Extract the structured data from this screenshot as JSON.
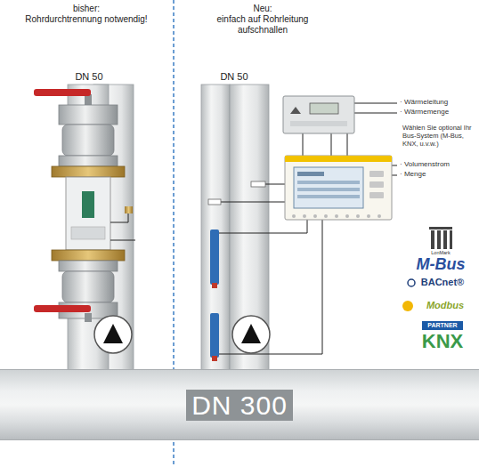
{
  "diagram": {
    "nodes": [
      {
        "text": [
          "DN 300"
        ]
      }
    ],
    "labels": [
      "bisher:",
      "Rohrdurchtrennung notwendig!",
      "Neu:",
      "einfach auf Rohrleitung aufschnallen",
      "DN 50",
      "DN 50",
      "· Wärmeleitung",
      "· Wärmemenge",
      "Wählen Sie optional Ihr Bus-System (M-Bus, KNX, u.v.w.)",
      "· Volumenstrom",
      "· Menge",
      "LonMark",
      "M-Bus",
      "BACnet®",
      "Modbus",
      "PARTNER",
      "KNX"
    ]
  }
}
